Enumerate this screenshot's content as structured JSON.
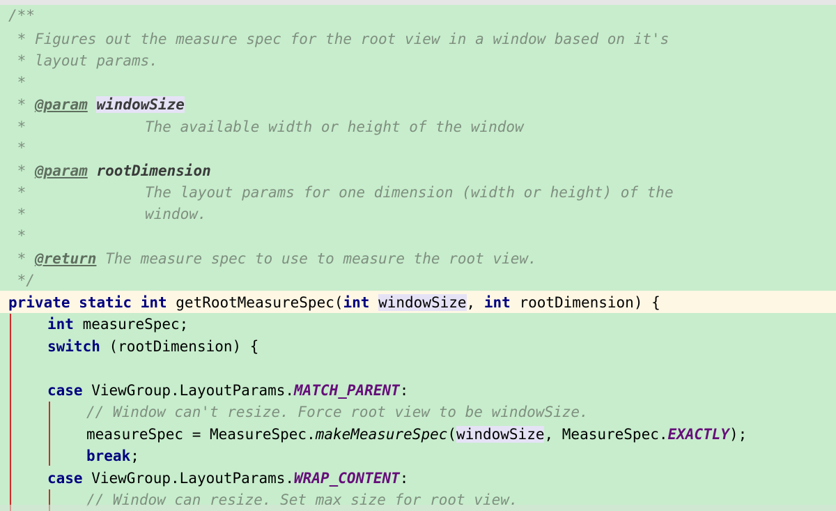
{
  "editor": {
    "doc_comment": {
      "open": "/**",
      "line_description_1": " * Figures out the measure spec for the root view in a window based on it's",
      "line_description_2": " * layout params.",
      "blank": " *",
      "tag_param": "@param",
      "tag_return": "@return",
      "param1_name": "windowSize",
      "param1_desc": "The available width or height of the window",
      "param2_name": "rootDimension",
      "param2_desc_1": "The layout params for one dimension (width or height) of the",
      "param2_desc_2": "window.",
      "return_desc": "The measure spec to use to measure the root view.",
      "close": " */"
    },
    "code": {
      "kw_private": "private",
      "kw_static": "static",
      "kw_int": "int",
      "method_name": "getRootMeasureSpec",
      "param1": "windowSize",
      "param2": "rootDimension",
      "var_measure_spec": "measureSpec",
      "kw_switch": "switch",
      "switch_expr": "(rootDimension) {",
      "kw_case": "case",
      "layout_params": "ViewGroup.LayoutParams.",
      "const_match_parent": "MATCH_PARENT",
      "comment_match": "// Window can't resize. Force root view to be windowSize.",
      "assign_prefix": "measureSpec = MeasureSpec.",
      "make_measure_spec": "makeMeasureSpec",
      "measure_spec_class": "MeasureSpec.",
      "const_exactly": "EXACTLY",
      "kw_break": "break",
      "const_wrap_content": "WRAP_CONTENT",
      "comment_wrap": "// Window can resize. Set max size for root view."
    }
  }
}
